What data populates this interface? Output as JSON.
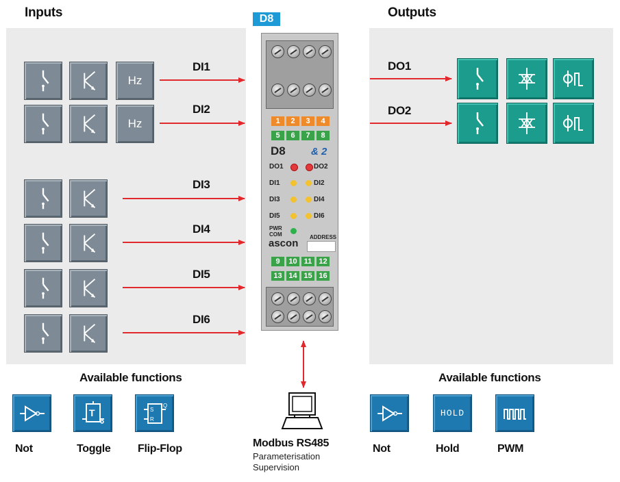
{
  "headings": {
    "inputs": "Inputs",
    "outputs": "Outputs",
    "device_tag": "D8"
  },
  "inputs": [
    {
      "label": "DI1",
      "hz": "Hz"
    },
    {
      "label": "DI2",
      "hz": "Hz"
    },
    {
      "label": "DI3"
    },
    {
      "label": "DI4"
    },
    {
      "label": "DI5"
    },
    {
      "label": "DI6"
    }
  ],
  "outputs": [
    {
      "label": "DO1"
    },
    {
      "label": "DO2"
    }
  ],
  "device": {
    "model": "D8",
    "brand": "ascon",
    "logo": "& 2",
    "terminals_top_row1": [
      "1",
      "2",
      "3",
      "4"
    ],
    "terminals_top_row2": [
      "5",
      "6",
      "7",
      "8"
    ],
    "terminals_bottom_row1": [
      "9",
      "10",
      "11",
      "12"
    ],
    "terminals_bottom_row2": [
      "13",
      "14",
      "15",
      "16"
    ],
    "leds": {
      "do1": "DO1",
      "do2": "DO2",
      "di1": "DI1",
      "di2": "DI2",
      "di3": "DI3",
      "di4": "DI4",
      "di5": "DI5",
      "di6": "DI6",
      "pwr": "PWR",
      "com": "COM",
      "address": "ADDRESS"
    }
  },
  "functions_left": {
    "title": "Available functions",
    "items": [
      {
        "label": "Not"
      },
      {
        "label": "Toggle"
      },
      {
        "label": "Flip-Flop"
      }
    ],
    "flipflop_pins": {
      "s": "S",
      "r": "R",
      "q": "Q"
    },
    "toggle_letter": "T"
  },
  "functions_right": {
    "title": "Available functions",
    "items": [
      {
        "label": "Not"
      },
      {
        "label": "Hold",
        "icon_text": "HOLD"
      },
      {
        "label": "PWM"
      }
    ]
  },
  "modbus": {
    "title": "Modbus RS485",
    "line1": "Parameterisation",
    "line2": "Supervision"
  },
  "colors": {
    "panel": "#ebebeb",
    "input_button": "#7e8b96",
    "output_button": "#1b9c8c",
    "function_button": "#1d79b0",
    "arrow": "#e0282d",
    "tag": "#1e9bd7"
  }
}
